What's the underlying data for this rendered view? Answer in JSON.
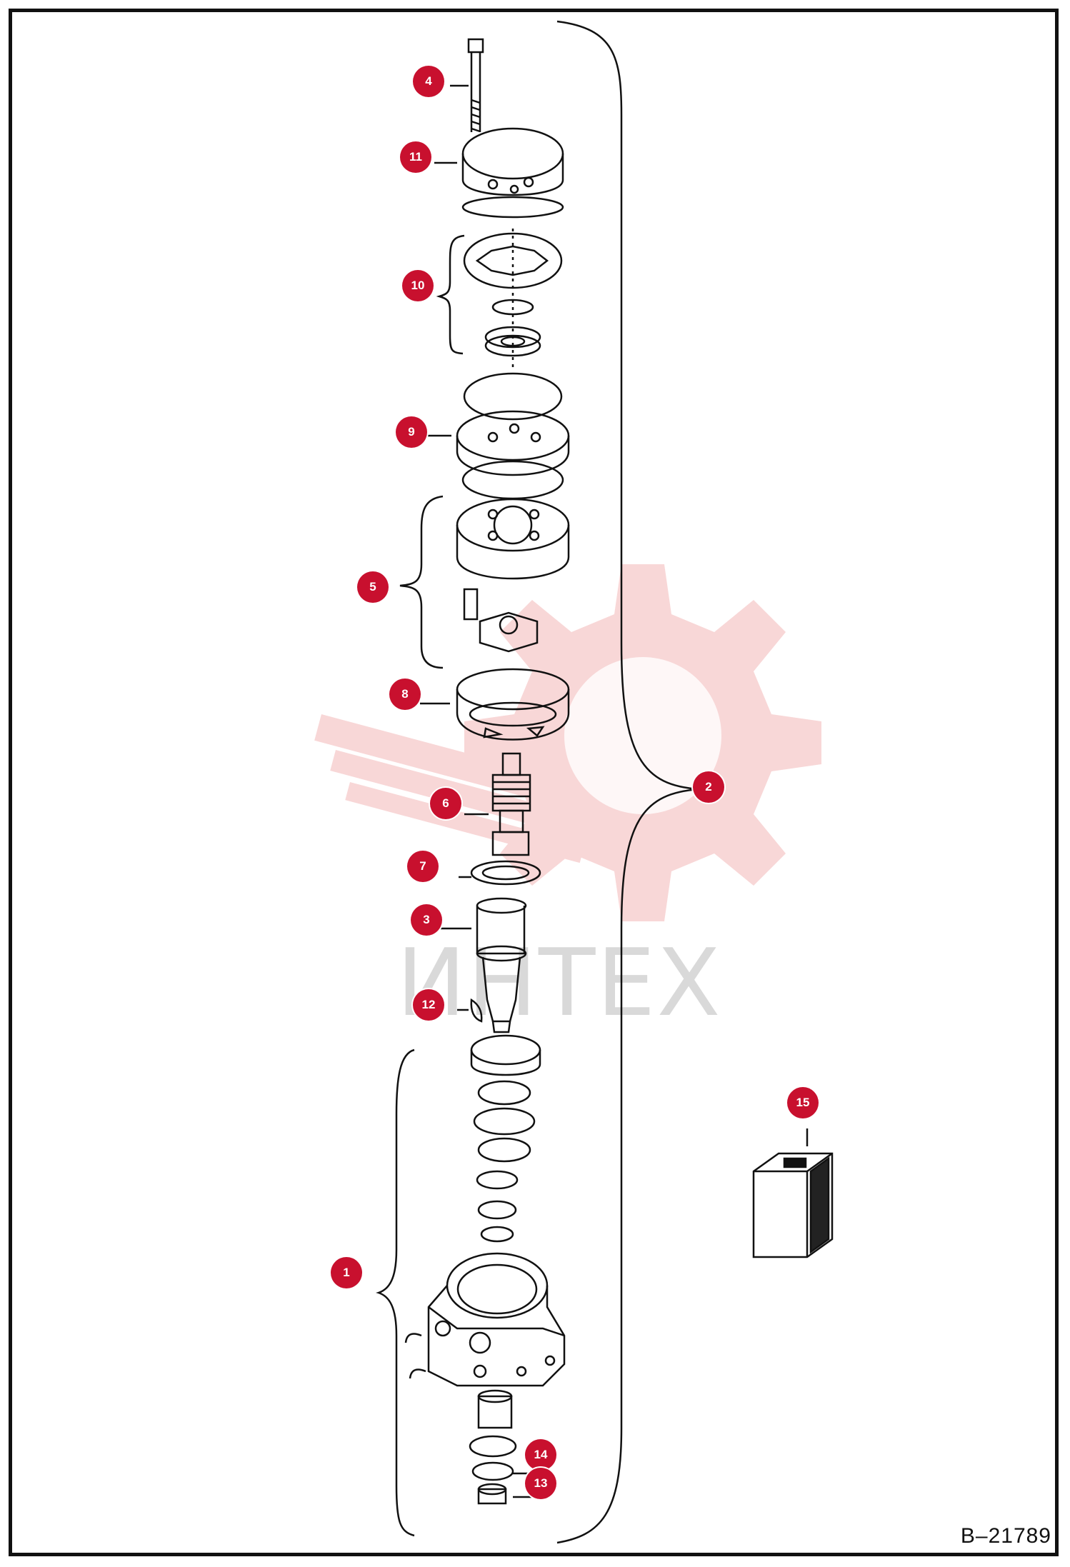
{
  "drawing": {
    "id": "B–21789",
    "watermark": "ИНТЕХ"
  },
  "callouts": [
    {
      "id": "4",
      "label": "4"
    },
    {
      "id": "11",
      "label": "11"
    },
    {
      "id": "10",
      "label": "10"
    },
    {
      "id": "9",
      "label": "9"
    },
    {
      "id": "5",
      "label": "5"
    },
    {
      "id": "8",
      "label": "8"
    },
    {
      "id": "2",
      "label": "2"
    },
    {
      "id": "6",
      "label": "6"
    },
    {
      "id": "7",
      "label": "7"
    },
    {
      "id": "3",
      "label": "3"
    },
    {
      "id": "12",
      "label": "12"
    },
    {
      "id": "15",
      "label": "15"
    },
    {
      "id": "1",
      "label": "1"
    },
    {
      "id": "14",
      "label": "14"
    },
    {
      "id": "13",
      "label": "13"
    }
  ],
  "colors": {
    "callout": "#c8102e",
    "line": "#111111",
    "watermark": "#f4c4c4"
  }
}
